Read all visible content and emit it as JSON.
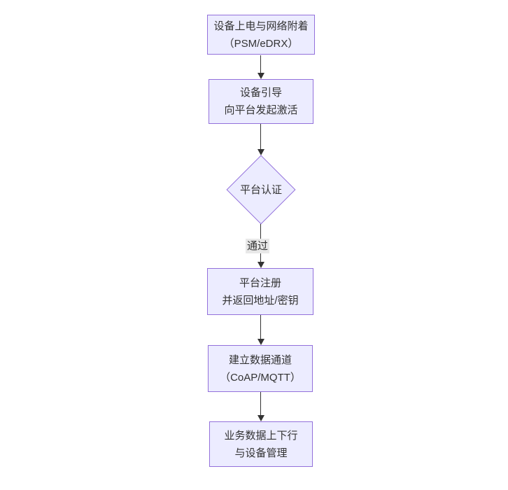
{
  "diagram": {
    "type": "flowchart",
    "direction": "top-down",
    "colors": {
      "node_fill": "#ECECFF",
      "node_border": "#9370DB",
      "edge": "#333333",
      "text": "#333333",
      "edge_label_bg": "#e8e8e8",
      "background": "#ffffff"
    },
    "nodes": [
      {
        "id": "power-attach",
        "shape": "rect",
        "line1": "设备上电与网络附着",
        "line2": "（PSM/eDRX）"
      },
      {
        "id": "bootstrap",
        "shape": "rect",
        "line1": "设备引导",
        "line2": "向平台发起激活"
      },
      {
        "id": "platform-auth",
        "shape": "diamond",
        "line1": "平台认证"
      },
      {
        "id": "platform-register",
        "shape": "rect",
        "line1": "平台注册",
        "line2": "并返回地址/密钥"
      },
      {
        "id": "data-channel",
        "shape": "rect",
        "line1": "建立数据通道",
        "line2": "（CoAP/MQTT）"
      },
      {
        "id": "business-data",
        "shape": "rect",
        "line1": "业务数据上下行",
        "line2": "与设备管理"
      }
    ],
    "edges": [
      {
        "from": "power-attach",
        "to": "bootstrap",
        "label": ""
      },
      {
        "from": "bootstrap",
        "to": "platform-auth",
        "label": ""
      },
      {
        "from": "platform-auth",
        "to": "platform-register",
        "label": "通过"
      },
      {
        "from": "platform-register",
        "to": "data-channel",
        "label": ""
      },
      {
        "from": "data-channel",
        "to": "business-data",
        "label": ""
      }
    ]
  }
}
